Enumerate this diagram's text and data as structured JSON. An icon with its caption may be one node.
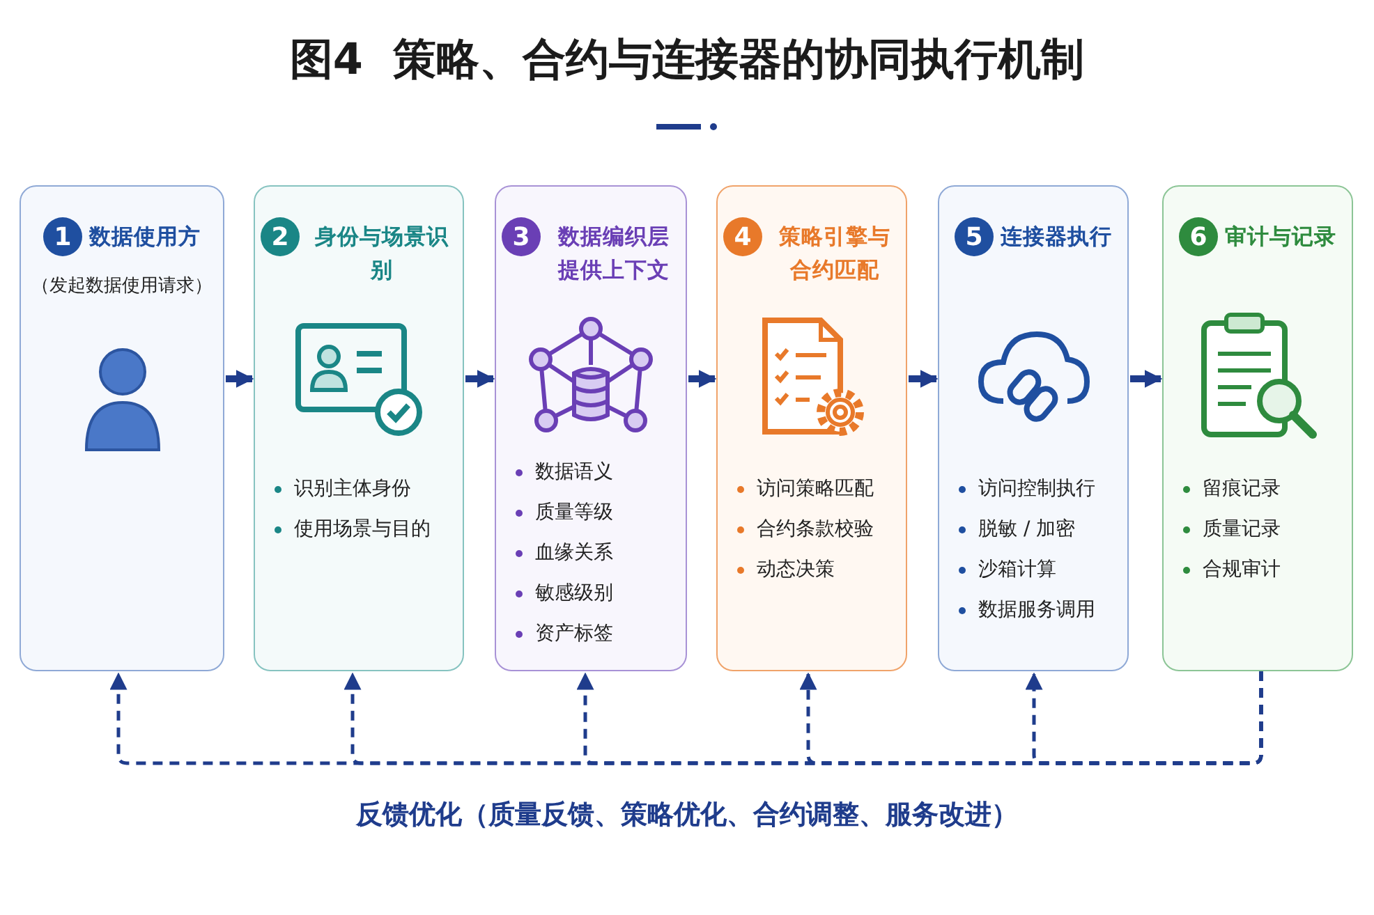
{
  "diagram": {
    "title": "图4  策略、合约与连接器的协同执行机制",
    "nodes": [
      {
        "text": [
          "1",
          "数据使用方",
          "（发起数据使用请求）"
        ]
      },
      {
        "text": [
          "2",
          "身份与场景识别",
          "识别主体身份",
          "使用场景与目的"
        ]
      },
      {
        "text": [
          "3",
          "数据编织层提供上下文",
          "数据语义",
          "质量等级",
          "血缘关系",
          "敏感级别",
          "资产标签"
        ]
      },
      {
        "text": [
          "4",
          "策略引擎与合约匹配",
          "访问策略匹配",
          "合约条款校验",
          "动态决策"
        ]
      },
      {
        "text": [
          "5",
          "连接器执行",
          "访问控制执行",
          "脱敏 / 加密",
          "沙箱计算",
          "数据服务调用"
        ]
      },
      {
        "text": [
          "6",
          "审计与记录",
          "留痕记录",
          "质量记录",
          "合规审计"
        ]
      }
    ],
    "edges": [
      {
        "from": 0,
        "to": 1,
        "arrow": "to",
        "style": "thick"
      },
      {
        "from": 1,
        "to": 2,
        "arrow": "to",
        "style": "thick"
      },
      {
        "from": 2,
        "to": 3,
        "arrow": "to",
        "style": "thick"
      },
      {
        "from": 3,
        "to": 4,
        "arrow": "to",
        "style": "thick"
      },
      {
        "from": 4,
        "to": 5,
        "arrow": "to",
        "style": "thick"
      },
      {
        "from": 5,
        "to": 0,
        "arrow": "to",
        "style": "dashed"
      },
      {
        "from": 5,
        "to": 1,
        "arrow": "to",
        "style": "dashed"
      },
      {
        "from": 5,
        "to": 2,
        "arrow": "to",
        "style": "dashed"
      },
      {
        "from": 5,
        "to": 3,
        "arrow": "to",
        "style": "dashed"
      },
      {
        "from": 5,
        "to": 4,
        "arrow": "to",
        "style": "dashed"
      }
    ],
    "labels": [
      "反馈优化（质量反馈、策略优化、合约调整、服务改进）"
    ]
  }
}
